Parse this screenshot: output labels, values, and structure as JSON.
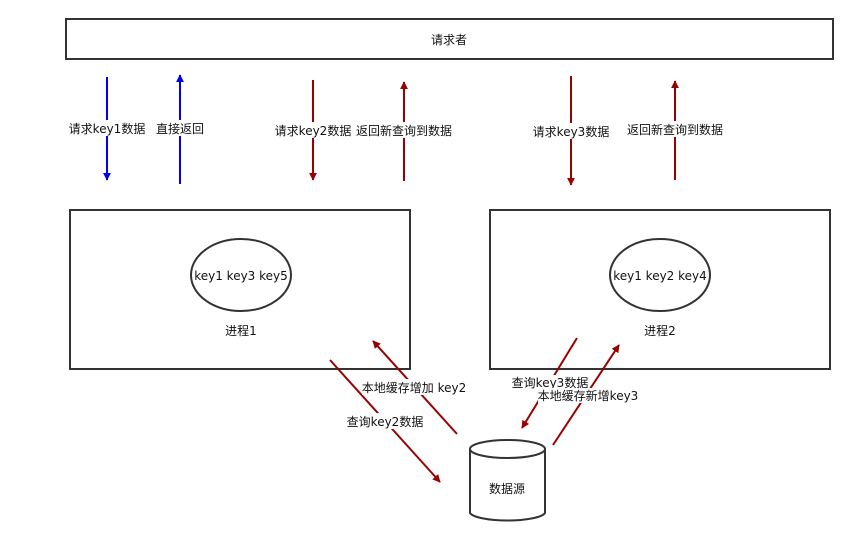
{
  "colors": {
    "blue_arrow": "#0000ee",
    "red_arrow": "#990000",
    "stroke": "#333333",
    "text": "#111111",
    "background": "#ffffff"
  },
  "nodes": {
    "requester": {
      "label": "请求者"
    },
    "process1": {
      "label": "进程1",
      "cache_label": "key1 key3 key5"
    },
    "process2": {
      "label": "进程2",
      "cache_label": "key1 key2 key4"
    },
    "datasource": {
      "label": "数据源"
    }
  },
  "edges": {
    "req_key1": {
      "label": "请求key1数据",
      "direction": "down",
      "color": "blue"
    },
    "return_direct": {
      "label": "直接返回",
      "direction": "up",
      "color": "blue"
    },
    "req_key2": {
      "label": "请求key2数据",
      "direction": "down",
      "color": "red"
    },
    "return_new_1": {
      "label": "返回新查询到数据",
      "direction": "up",
      "color": "red"
    },
    "req_key3": {
      "label": "请求key3数据",
      "direction": "down",
      "color": "red"
    },
    "return_new_2": {
      "label": "返回新查询到数据",
      "direction": "up",
      "color": "red"
    },
    "query_key2": {
      "label": "查询key2数据",
      "direction": "to-datasource",
      "color": "red"
    },
    "cache_add_key2": {
      "label": "本地缓存增加 key2",
      "direction": "to-process1",
      "color": "red"
    },
    "query_key3": {
      "label": "查询key3数据",
      "direction": "to-datasource",
      "color": "red"
    },
    "cache_add_key3": {
      "label": "本地缓存新增key3",
      "direction": "to-process2",
      "color": "red"
    }
  }
}
